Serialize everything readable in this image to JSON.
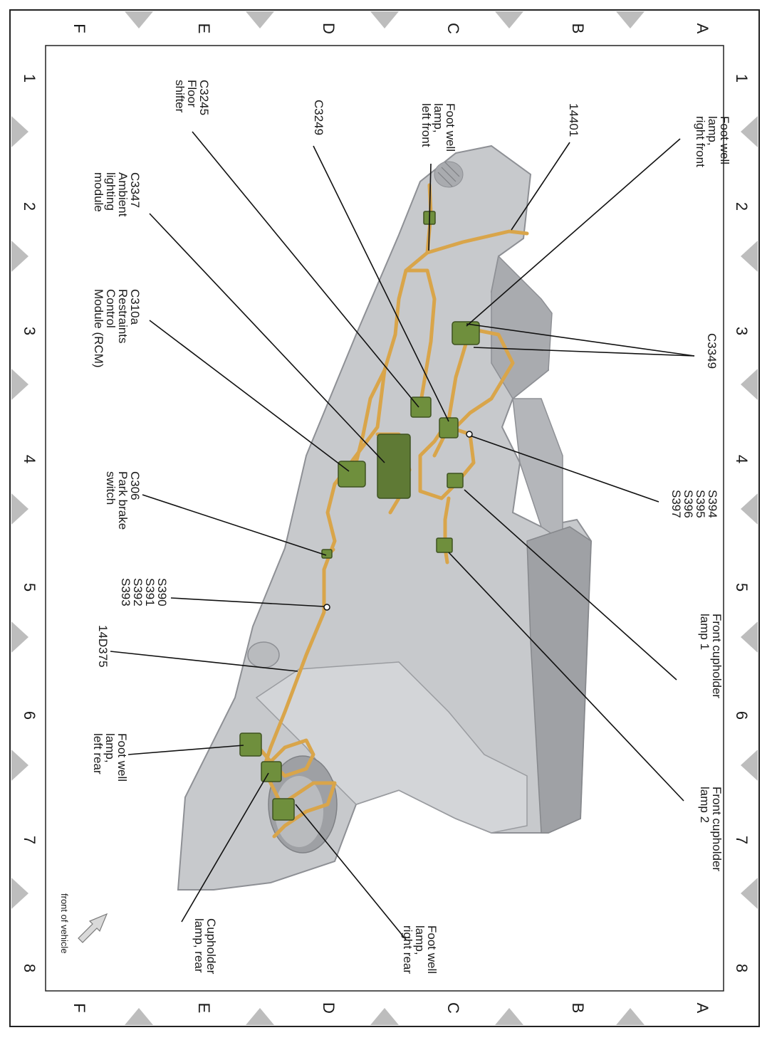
{
  "grid": {
    "rows": [
      "A",
      "B",
      "C",
      "D",
      "E",
      "F"
    ],
    "cols": [
      "1",
      "2",
      "3",
      "4",
      "5",
      "6",
      "7",
      "8"
    ]
  },
  "labels": {
    "foot_well_right_front": [
      "Foot well",
      "lamp,",
      "right front"
    ],
    "wire_14401": [
      "14401"
    ],
    "foot_well_left_front": [
      "Foot well",
      "lamp,",
      "left front"
    ],
    "c3249": [
      "C3249"
    ],
    "c3245": [
      "C3245",
      "Floor",
      "shifter"
    ],
    "c3347": [
      "C3347",
      "Ambient",
      "lighting",
      "module"
    ],
    "c310a": [
      "C310a",
      "Restraints",
      "Control",
      "Module (RCM)"
    ],
    "c306": [
      "C306",
      "Park brake",
      "switch"
    ],
    "splices_a": [
      "S390",
      "S391",
      "S392",
      "S393"
    ],
    "wire_14d375": [
      "14D375"
    ],
    "foot_well_left_rear": [
      "Foot well",
      "lamp,",
      "left rear"
    ],
    "cupholder_rear": [
      "Cupholder",
      "lamp, rear"
    ],
    "foot_well_right_rear": [
      "Foot well",
      "lamp,",
      "right rear"
    ],
    "front_cupholder_2": [
      "Front cupholder",
      "lamp 2"
    ],
    "front_cupholder_1": [
      "Front cupholder",
      "lamp 1"
    ],
    "splices_b": [
      "S394",
      "S395",
      "S396",
      "S397"
    ],
    "c3349": [
      "C3349"
    ]
  },
  "orientation": {
    "text": "front of vehicle"
  },
  "colors": {
    "console": "#c4c6c9",
    "console_dark": "#9a9ca0",
    "wire": "#d9a54a",
    "connector": "#6f8f3d",
    "frame_tri": "#bdbdbd"
  }
}
